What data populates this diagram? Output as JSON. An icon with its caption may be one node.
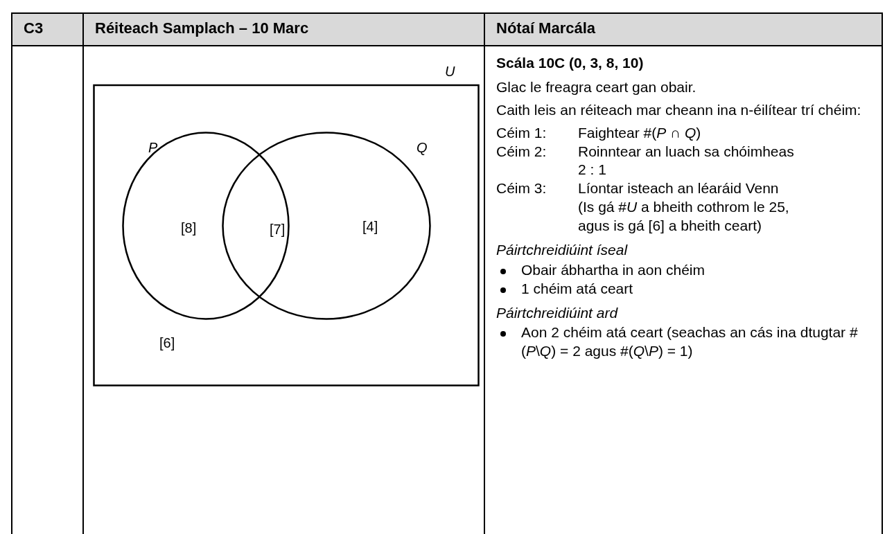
{
  "diagram": {
    "nodes": [
      {
        "text": [
          "U",
          "[6]"
        ]
      },
      {
        "text": [
          "P",
          "[8]"
        ],
        "in": 0
      },
      {
        "text": [
          "Q",
          "[4]"
        ],
        "in": 0
      }
    ],
    "labels": [
      "C3",
      "Réiteach Samplach – 10 Marc",
      "Nótaí Marcála",
      "[7]",
      "Scála 10C (0, 3, 8, 10)",
      "Glac le freagra ceart gan obair.",
      "Caith leis an réiteach mar cheann ina n-éilítear trí chéim:",
      "Céim 1:",
      "Faightear #(*P* ∩ *Q*)",
      "Céim 2:",
      "Roinntear an luach sa chóimheas 2 : 1",
      "Céim 3:",
      "Líontar isteach an léaráid Venn",
      "(Is gá #*U* a bheith cothrom le 25, agus is gá [6] a bheith ceart)",
      "Páirtchreidiúint íseal",
      "Obair ábhartha in aon chéim",
      "1 chéim atá ceart",
      "Páirtchreidiúint ard",
      "Aon 2 chéim atá ceart (seachas an cás ina dtugtar #(*P*\\*Q*) = 2 agus #(*Q*\\*P*) = 1)"
    ]
  }
}
